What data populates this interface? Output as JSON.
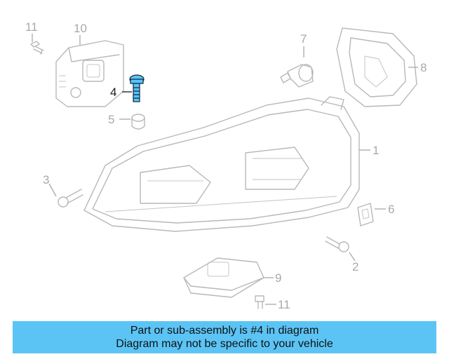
{
  "diagram": {
    "highlighted_part": "4",
    "highlight_color": "#5bc4f5",
    "callouts": [
      {
        "id": "c11a",
        "label": "11"
      },
      {
        "id": "c10",
        "label": "10"
      },
      {
        "id": "c4",
        "label": "4"
      },
      {
        "id": "c5",
        "label": "5"
      },
      {
        "id": "c7",
        "label": "7"
      },
      {
        "id": "c8",
        "label": "8"
      },
      {
        "id": "c1",
        "label": "1"
      },
      {
        "id": "c3",
        "label": "3"
      },
      {
        "id": "c6",
        "label": "6"
      },
      {
        "id": "c2",
        "label": "2"
      },
      {
        "id": "c9",
        "label": "9"
      },
      {
        "id": "c11b",
        "label": "11"
      }
    ]
  },
  "banner": {
    "line1": "Part or sub-assembly is #4 in diagram",
    "line2": "Diagram may not be specific to your vehicle",
    "background": "#5bc4f5"
  }
}
